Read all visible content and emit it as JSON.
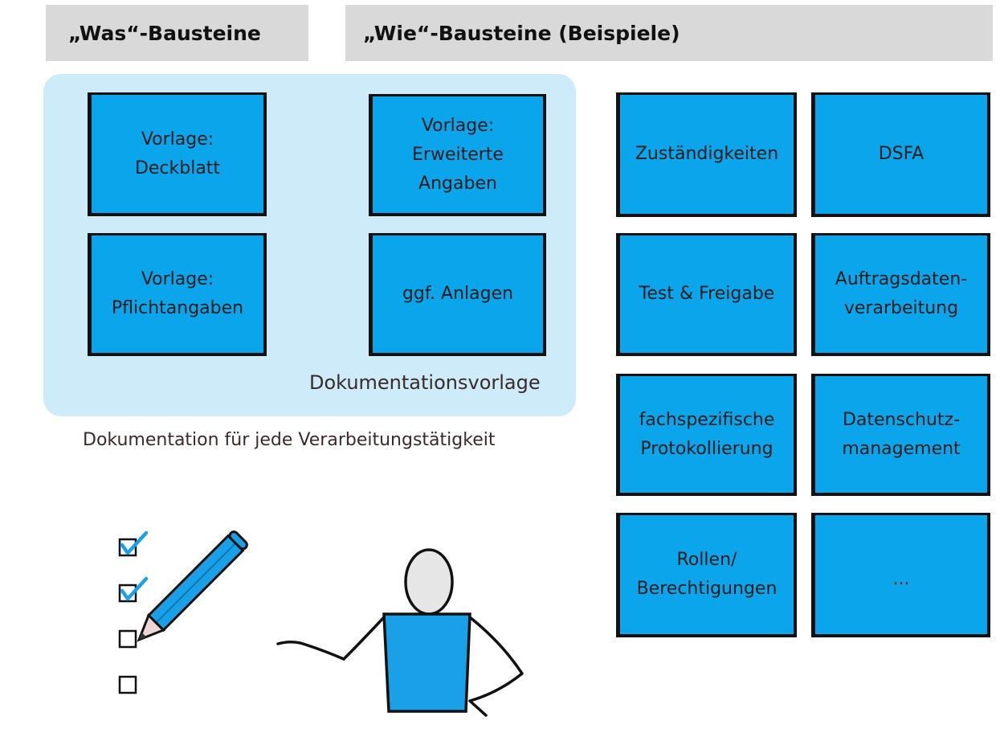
{
  "headers": {
    "was": "„Was“-Bausteine",
    "wie": "„Wie“-Bausteine (Beispiele)"
  },
  "was_tiles": [
    "Vorlage:\nDeckblatt",
    "Vorlage:\nErweiterte\nAngaben",
    "Vorlage:\nPflichtangaben",
    "ggf. Anlagen"
  ],
  "panel_label": "Dokumentationsvorlage",
  "panel_caption": "Dokumentation für jede Verarbeitungstätigkeit",
  "wie_tiles": [
    "Zuständigkeiten",
    "DSFA",
    "Test & Freigabe",
    "Auftragsdaten-\nverarbeitung",
    "fachspezifische\nProtokollierung",
    "Datenschutz-\nmanagement",
    "Rollen/\nBerechtigungen",
    "..."
  ],
  "checklist": {
    "checked": [
      true,
      true,
      false,
      false
    ]
  },
  "colors": {
    "tile_blue": "#0aa5ea",
    "panel_bg": "#cdebf8",
    "header_bg": "#d9d9d9",
    "outline": "#111111"
  }
}
